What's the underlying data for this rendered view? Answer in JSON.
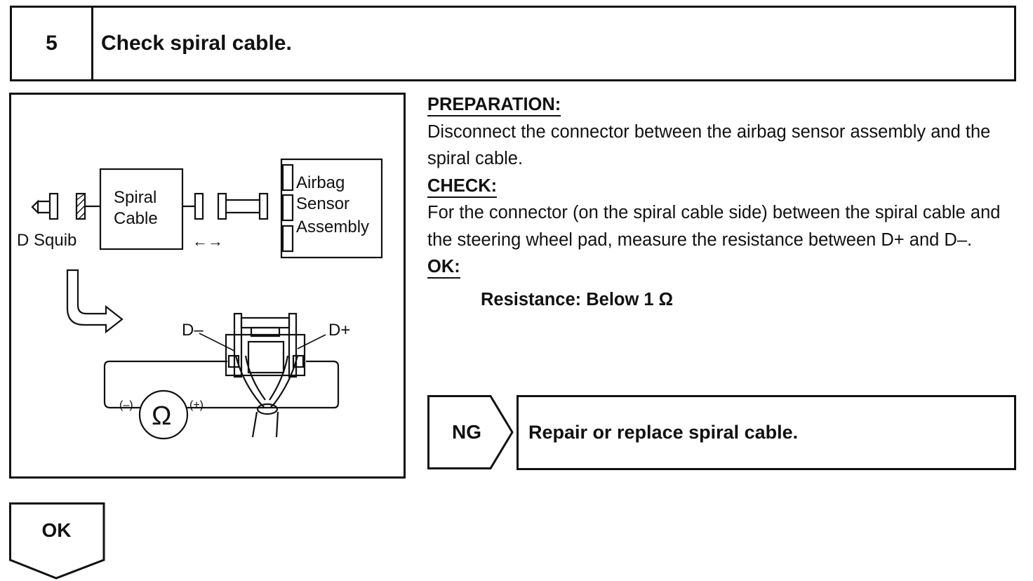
{
  "step": {
    "number": "5",
    "title": "Check spiral cable."
  },
  "diagram": {
    "label_d_squib": "D Squib",
    "label_spiral_1": "Spiral",
    "label_spiral_2": "Cable",
    "label_airbag_1": "Airbag",
    "label_airbag_2": "Sensor",
    "label_airbag_3": "Assembly",
    "label_arrows": "←→",
    "label_d_minus": "D–",
    "label_d_plus": "D+",
    "label_meter_neg": "(–)",
    "label_meter_pos": "(+)",
    "label_ohm": "Ω"
  },
  "instructions": {
    "preparation_heading": "PREPARATION:",
    "preparation_text": "Disconnect the connector between the airbag sensor assembly and the spiral cable.",
    "check_heading": "CHECK:",
    "check_text": "For the connector (on the spiral cable side) between the spiral cable and the steering wheel pad, measure the resistance between D+ and D–.",
    "ok_heading": "OK:",
    "spec": "Resistance: Below 1 Ω"
  },
  "results": {
    "ng_label": "NG",
    "ng_action": "Repair or replace spiral cable.",
    "ok_label": "OK"
  }
}
